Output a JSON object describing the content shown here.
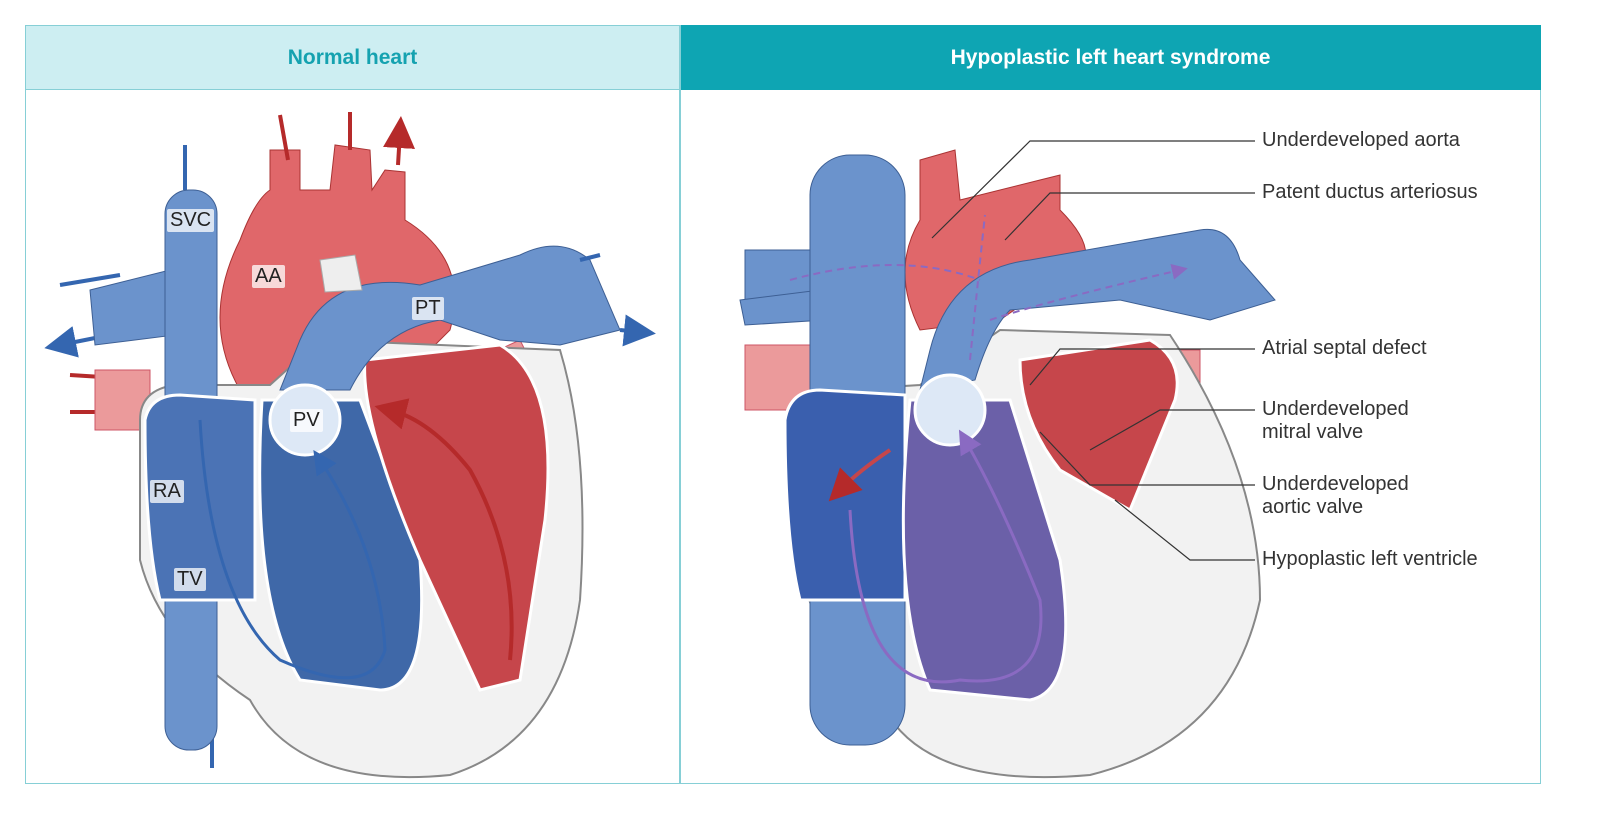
{
  "panels": {
    "normal": {
      "title": "Normal heart",
      "labels": {
        "svc": "SVC",
        "aa": "AA",
        "pt": "PT",
        "pv": "PV",
        "ra": "RA",
        "tv": "TV"
      }
    },
    "hlhs": {
      "title": "Hypoplastic left heart syndrome",
      "callouts": [
        {
          "line1": "Underdeveloped aorta",
          "line2": ""
        },
        {
          "line1": "Patent ductus arteriosus",
          "line2": ""
        },
        {
          "line1": "Atrial septal defect",
          "line2": ""
        },
        {
          "line1": "Underdeveloped",
          "line2": "mitral valve"
        },
        {
          "line1": "Underdeveloped",
          "line2": "aortic valve"
        },
        {
          "line1": "Hypoplastic left ventricle",
          "line2": ""
        }
      ]
    }
  },
  "colors": {
    "teal": "#0ea5b3",
    "light_teal": "#cdeef2",
    "blue": "#6b93cc",
    "red": "#e0676a",
    "purple": "#8a6ac2"
  }
}
